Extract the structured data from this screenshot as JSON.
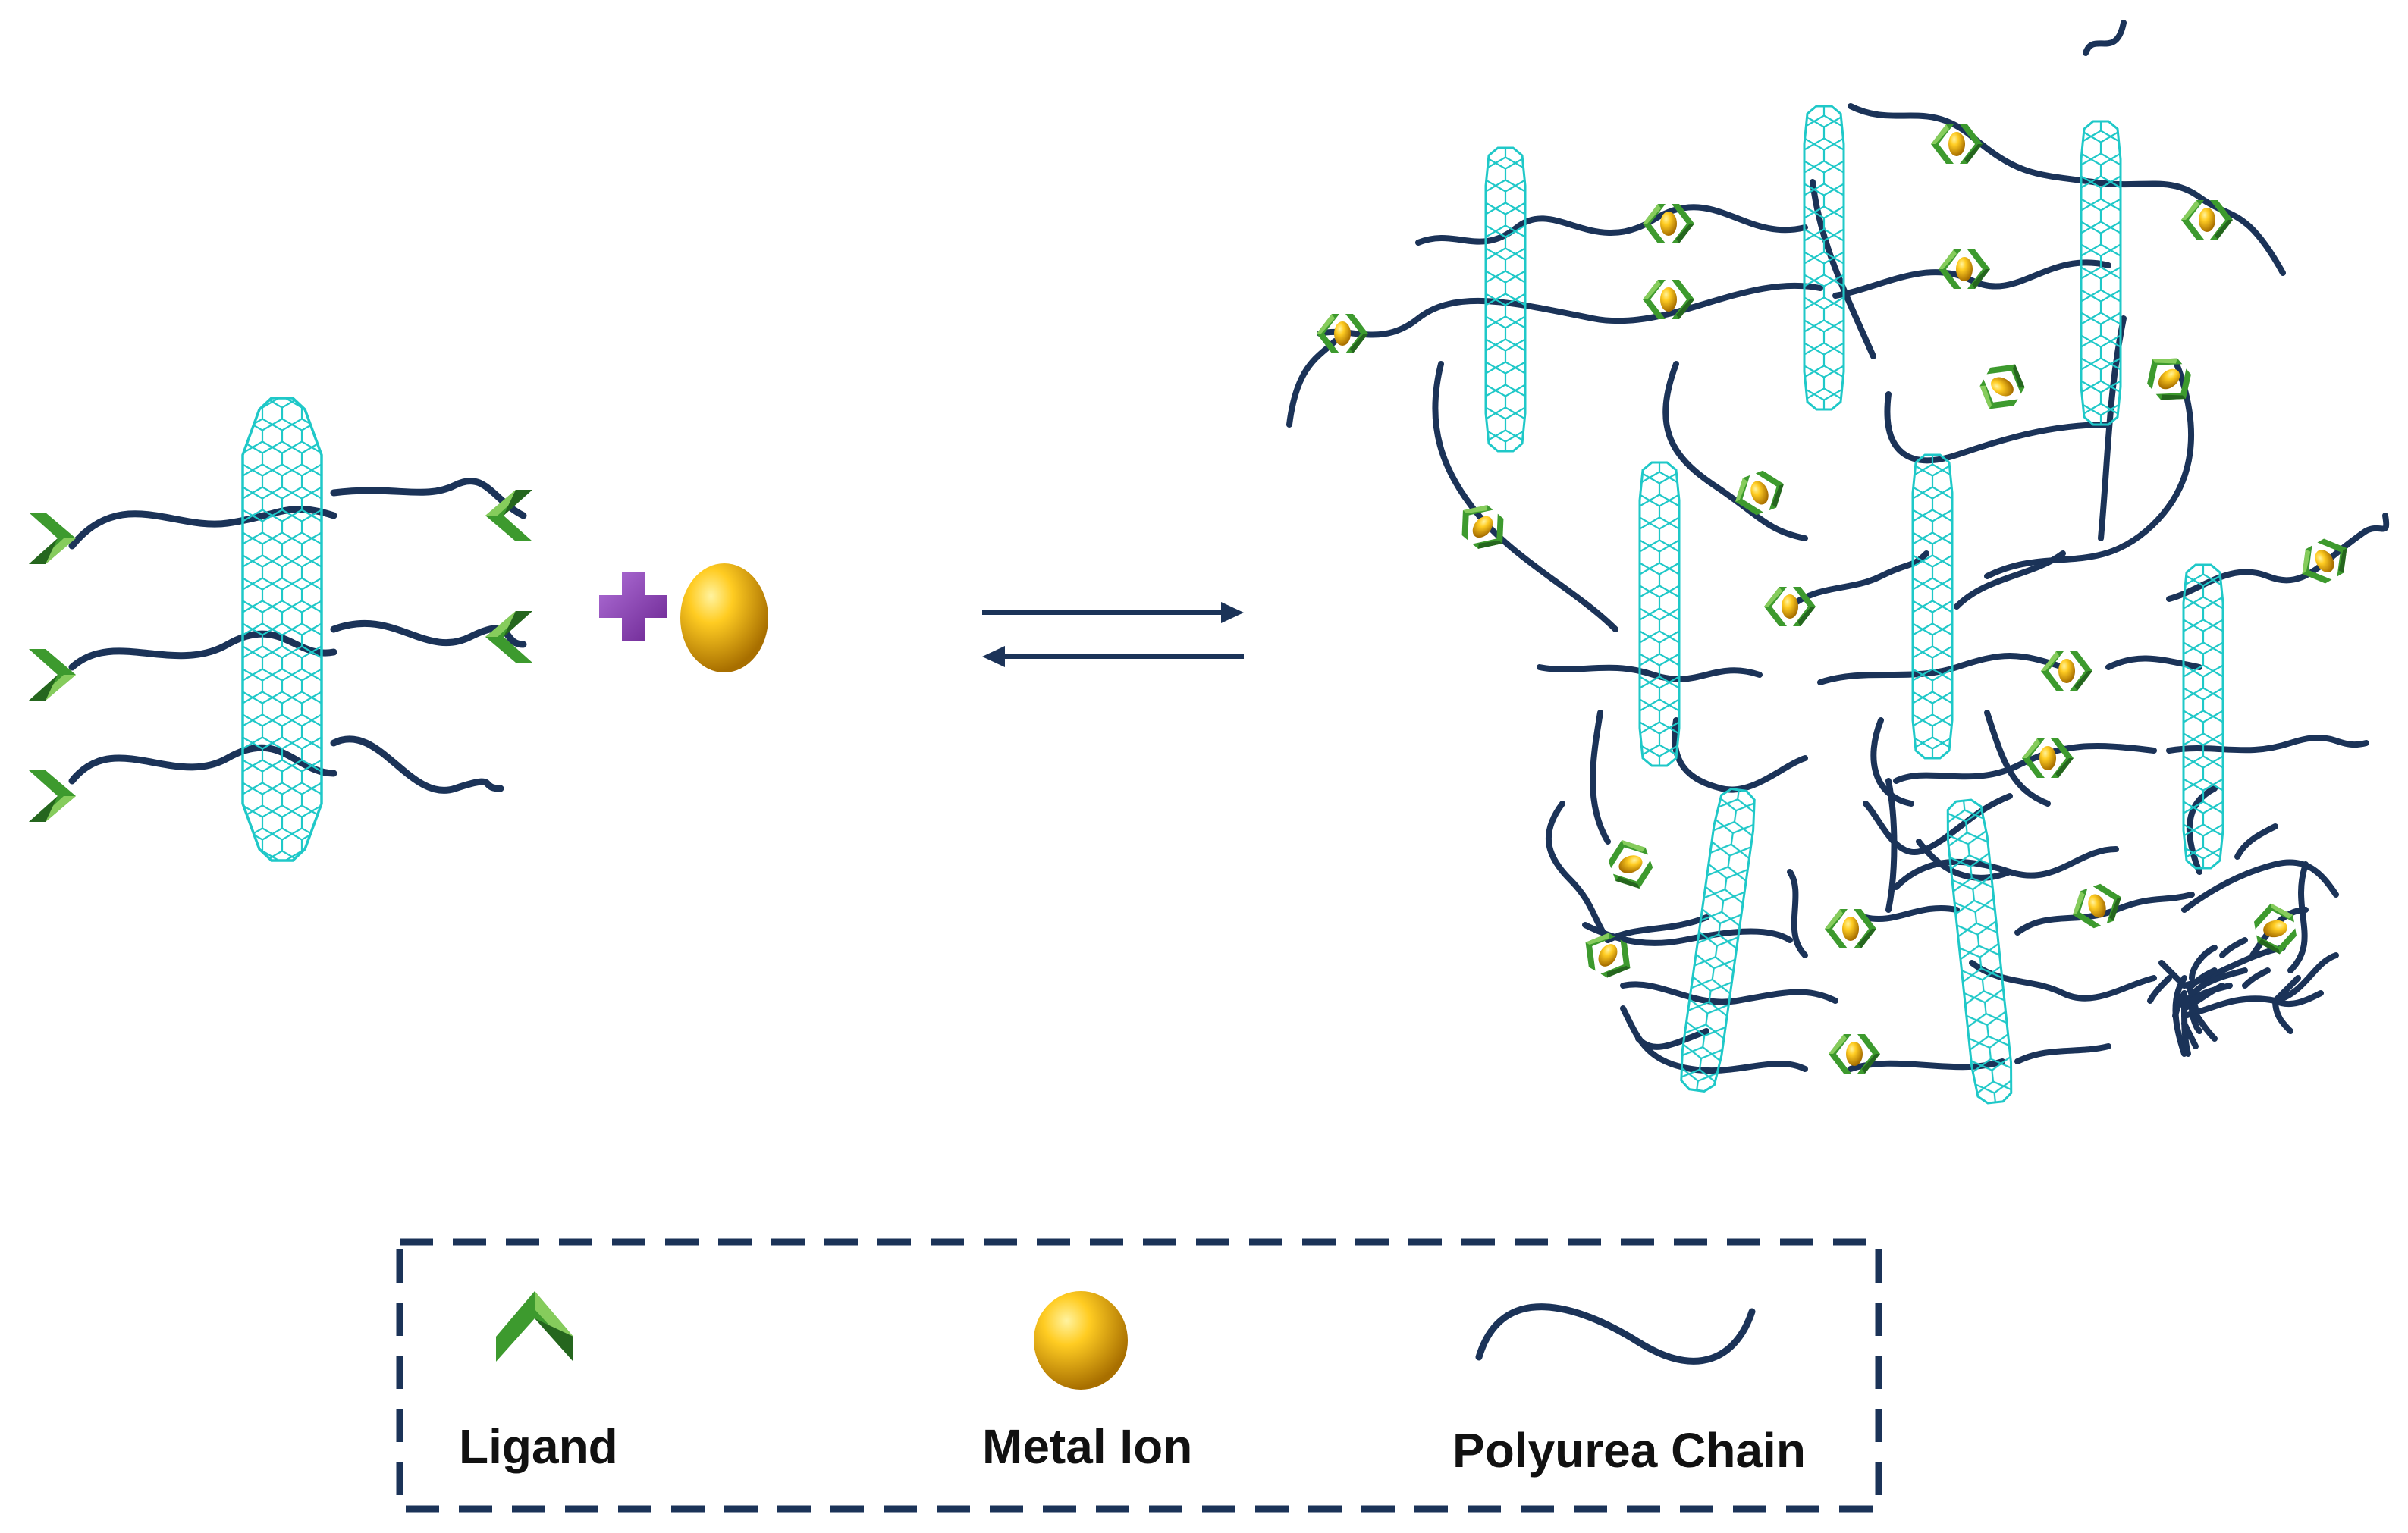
{
  "legend": {
    "ligand_label": "Ligand",
    "metal_label": "Metal Ion",
    "chain_label": "Polyurea Chain"
  },
  "icons": {
    "ligand": "ligand-chevron-icon",
    "metal": "metal-ion-sphere-icon",
    "chain": "polyurea-chain-icon",
    "nanotube": "carbon-nanotube-icon",
    "plus": "plus-icon",
    "equilibrium": "equilibrium-arrows-icon"
  },
  "colors": {
    "chain": "#1b3358",
    "nanotube": "#1fc8c8",
    "ligand_dark": "#2f7d26",
    "ligand_light": "#6dbb4a",
    "metal_dark": "#b07a00",
    "metal_light": "#ffd23a",
    "plus": "#8a3fb0",
    "legend_border": "#1b3358"
  }
}
